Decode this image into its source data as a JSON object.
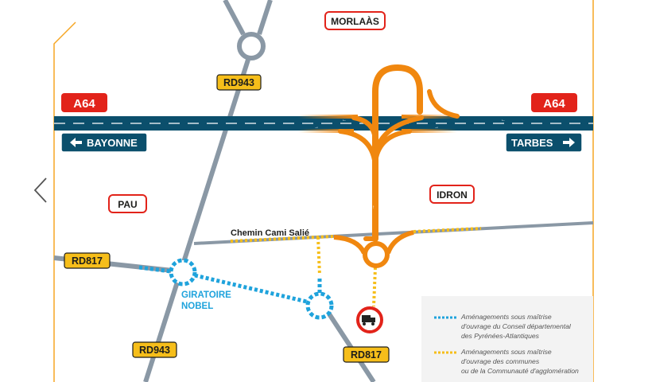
{
  "controls": {
    "prev_icon": "chevron-left-icon"
  },
  "motorway": {
    "name": "A64"
  },
  "towns": {
    "morlaas": "MORLAÀS",
    "pau": "PAU",
    "idron": "IDRON"
  },
  "directions": {
    "left": {
      "label": "BAYONNE",
      "icon": "arrow-left-icon"
    },
    "right": {
      "label": "TARBES",
      "icon": "arrow-right-icon"
    }
  },
  "roads": {
    "rd943": "RD943",
    "rd817": "RD817",
    "chemin": "Chemin Cami Salié"
  },
  "giratoire": {
    "line1": "GIRATOIRE",
    "line2": "NOBEL"
  },
  "truck_sign": {
    "icon": "no-trucks-icon"
  },
  "legend": {
    "items": [
      {
        "color": "#1fa3dc",
        "lines": [
          "Aménagements sous maîtrise",
          "d'ouvrage du Conseil départemental",
          "des Pyrénées-Atlantiques"
        ]
      },
      {
        "color": "#f6be1a",
        "lines": [
          "Aménagements sous maîtrise",
          "d'ouvrage des communes",
          "ou de la Communauté d'agglomération"
        ]
      }
    ]
  },
  "colors": {
    "motorway": "#0b4f6c",
    "red_badge": "#e2231a",
    "yellow_badge": "#f6be1a",
    "orange_route": "#f0870f",
    "blue_route": "#1fa3dc",
    "road_grey": "#8a98a5",
    "frame": "#f5a623"
  }
}
